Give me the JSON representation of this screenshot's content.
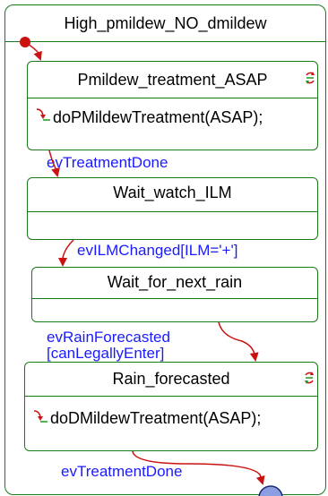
{
  "superstate": {
    "title": "High_pmildew_NO_dmildew"
  },
  "states": {
    "pmildew": {
      "title": "Pmildew_treatment_ASAP",
      "action": "doPMildewTreatment(ASAP);"
    },
    "wait_ilm": {
      "title": "Wait_watch_ILM"
    },
    "wait_rain": {
      "title": "Wait_for_next_rain"
    },
    "rain": {
      "title": "Rain_forecasted",
      "action": "doDMildewTreatment(ASAP);"
    }
  },
  "transitions": {
    "t1": "evTreatmentDone",
    "t2": "evILMChanged[ILM='+']",
    "t3_line1": "evRainForecasted",
    "t3_line2": "[canLegallyEnter]",
    "t4": "evTreatmentDone"
  },
  "colors": {
    "border": "#1a7a1a",
    "arrow": "#cc1111",
    "event_text": "#1a1aff",
    "final_state": "#8a9ee0"
  },
  "icons": {
    "reaction": "reaction-icon",
    "action": "action-arrow-icon",
    "initial": "initial-state-dot",
    "final": "final-state-circle"
  }
}
